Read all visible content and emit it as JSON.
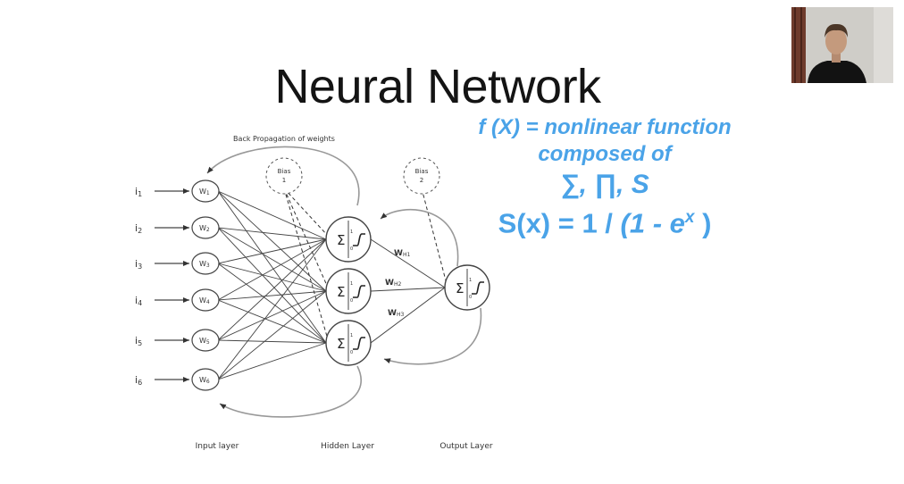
{
  "slide": {
    "title": "Neural Network"
  },
  "formula": {
    "line1": "f (X) = nonlinear function",
    "line2": "composed of",
    "line3": "∑, ∏, S",
    "line4_prefix": "S(x) = 1 / ",
    "line4_italic": "(1 - e",
    "line4_sup": "x",
    "line4_suffix": " )"
  },
  "diagram": {
    "backprop_label": "Back Propagation of weights",
    "inputs": [
      "i1",
      "i2",
      "i3",
      "i4",
      "i5",
      "i6"
    ],
    "weights": [
      "W1",
      "W2",
      "W3",
      "W4",
      "W5",
      "W6"
    ],
    "bias1": {
      "label": "Bias",
      "index": "1"
    },
    "bias2": {
      "label": "Bias",
      "index": "2"
    },
    "hidden_weights": [
      "WH1",
      "WH2",
      "WH3"
    ],
    "layer_labels": {
      "input": "Input layer",
      "hidden": "Hidden Layer",
      "output": "Output Layer"
    },
    "sigma_symbol": "Σ",
    "activation_top": "1",
    "activation_bottom": "0"
  },
  "colors": {
    "formula_blue": "#4aa3e8",
    "title_black": "#141414",
    "diagram_line": "#555555"
  }
}
